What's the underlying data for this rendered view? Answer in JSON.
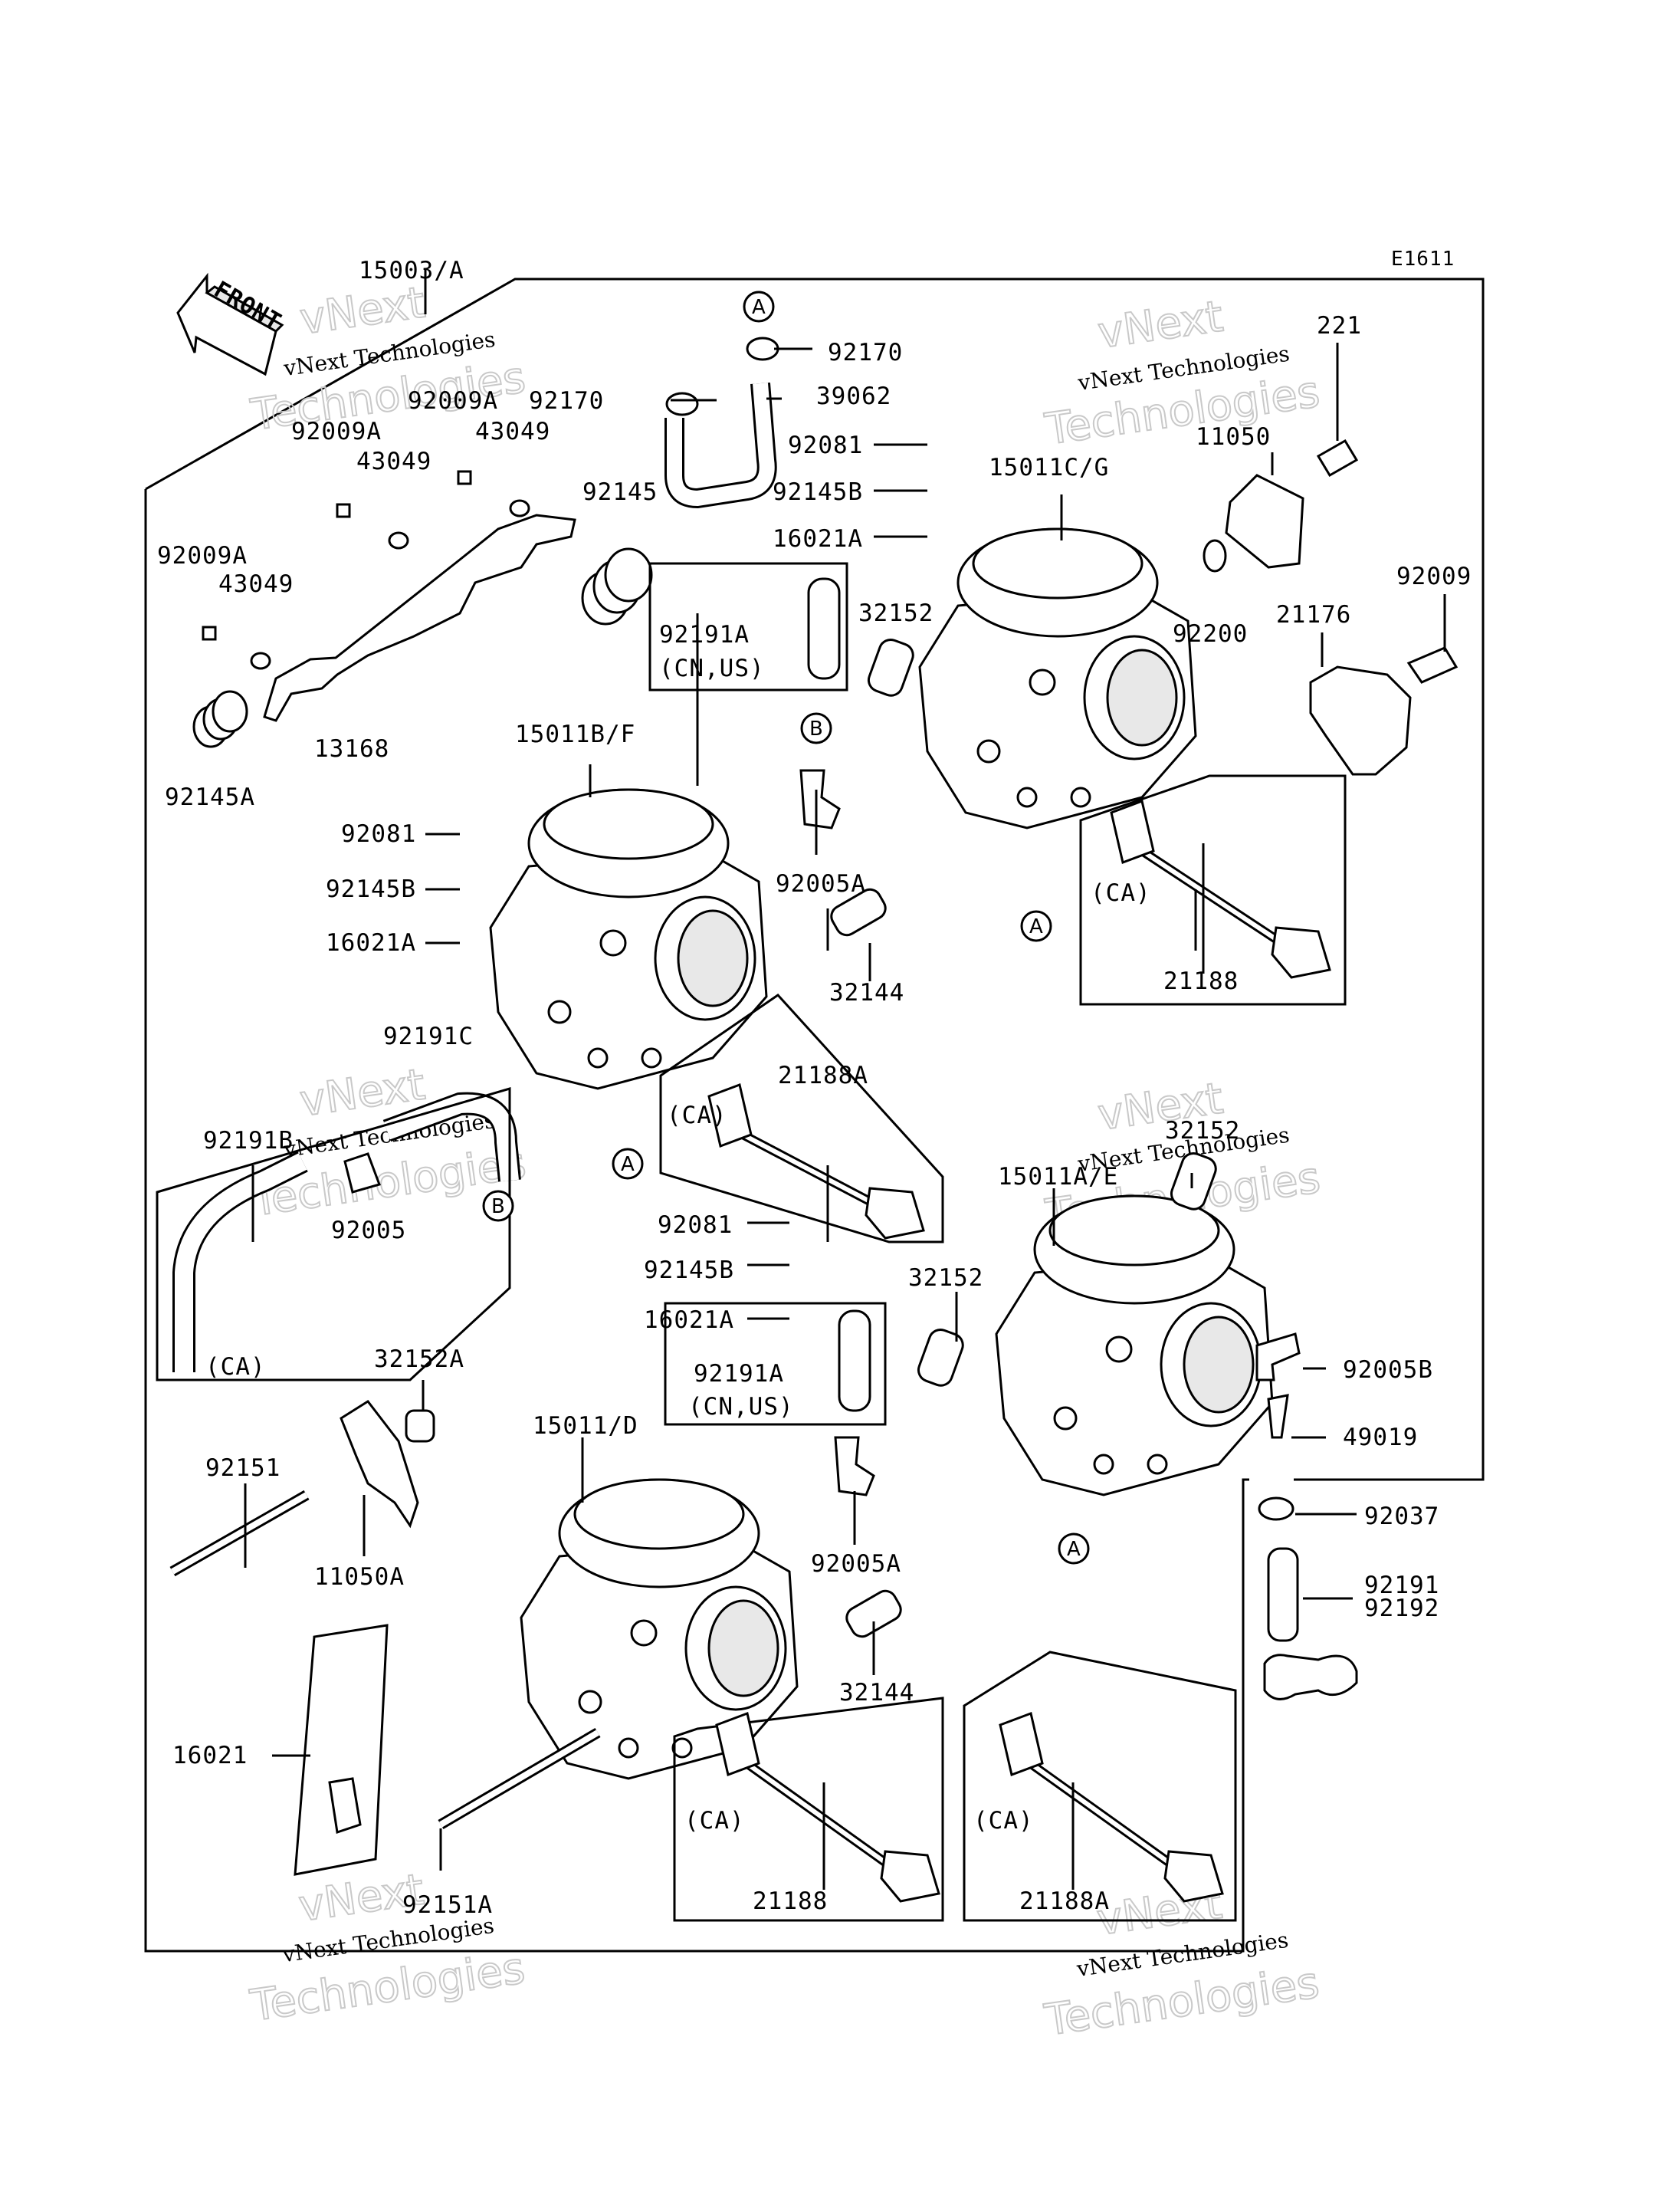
{
  "diagram_code": "E1611",
  "front_label": "FRONT",
  "watermark": {
    "line1": "vNext",
    "line2": "vNext Technologies",
    "line3": "Technologies"
  },
  "part_labels": {
    "p15003a": "15003/A",
    "p92009a_1": "92009A",
    "p92009a_2": "92009A",
    "p92009a_3": "92009A",
    "p43049_1": "43049",
    "p43049_2": "43049",
    "p43049_3": "43049",
    "p92145": "92145",
    "p92145a": "92145A",
    "p13168": "13168",
    "p92170_1": "92170",
    "p92170_2": "92170",
    "p39062": "39062",
    "p92081_1": "92081",
    "p92145b_1": "92145B",
    "p16021a_1": "16021A",
    "p15011cg": "15011C/G",
    "p221": "221",
    "p11050": "11050",
    "p92009": "92009",
    "p92200": "92200",
    "p21176": "21176",
    "p32152_1": "32152",
    "p92191a_1": "92191A",
    "p92191a_1_sub": "(CN,US)",
    "p15011bf": "15011B/F",
    "p92081_2": "92081",
    "p92145b_2": "92145B",
    "p16021a_2": "16021A",
    "p92005a_1": "92005A",
    "p32144_1": "32144",
    "p21188_1": "21188",
    "ca_1": "(CA)",
    "p92191c": "92191C",
    "p92191b": "92191B",
    "p92005": "92005",
    "ca_2": "(CA)",
    "p21188a_1": "21188A",
    "ca_3": "(CA)",
    "p15011ae": "15011A/E",
    "p32152_2": "32152",
    "p92081_3": "92081",
    "p92145b_3": "92145B",
    "p16021a_3": "16021A",
    "p32152_3": "32152",
    "p92191a_2": "92191A",
    "p92191a_2_sub": "(CN,US)",
    "p92005b": "92005B",
    "p49019": "49019",
    "p32152a": "32152A",
    "p15011d": "15011/D",
    "p92151": "92151",
    "p11050a": "11050A",
    "p92005a_2": "92005A",
    "p92037": "92037",
    "p92191": "92191",
    "p92192": "92192",
    "p32144_2": "32144",
    "p16021": "16021",
    "ca_4": "(CA)",
    "ca_5": "(CA)",
    "p21188_2": "21188",
    "p21188a_2": "21188A",
    "p92151a": "92151A"
  },
  "reference_markers": {
    "a_top": "A",
    "b_mid": "B",
    "a_c2": "A",
    "a_c1": "A",
    "b_left": "B",
    "a_c4": "A"
  }
}
